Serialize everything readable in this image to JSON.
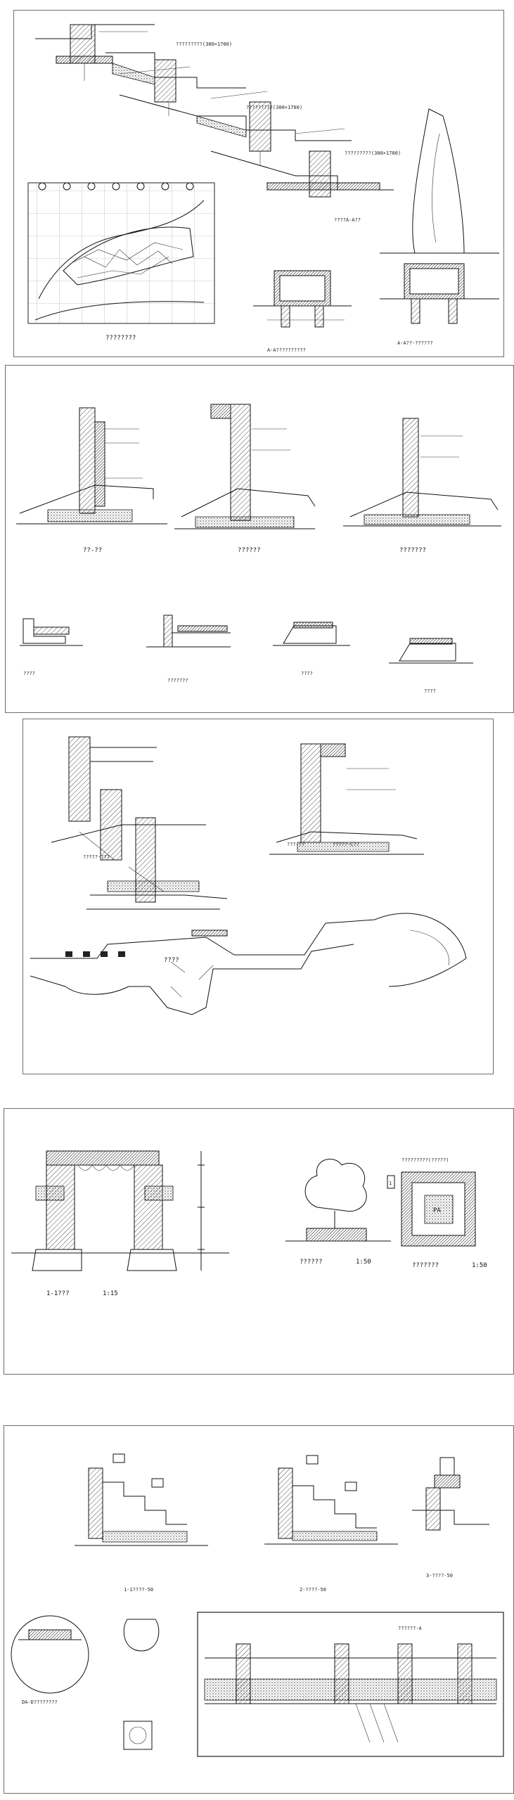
{
  "sheets": [
    {
      "labels": {
        "plan_title": "????????",
        "elev_title": "????A-A??",
        "sec_left_title": "A-A??????????",
        "sec_right_title": "A-A??-??????",
        "note_1": "?????????(300×1700)",
        "note_2": "?????????(300×1700)",
        "note_3": "?????????(300×1700)"
      }
    },
    {
      "labels": {
        "det_1": "??-??",
        "det_2": "??????",
        "det_3": "???????",
        "det_4": "????",
        "det_5": "???????",
        "det_6": "????",
        "det_7": "????"
      }
    },
    {
      "labels": {
        "det_1": "?????-???",
        "det_2": "???-??",
        "det_2b": "?????-C??",
        "plan_center": "????"
      }
    },
    {
      "labels": {
        "gate_title": "1-1???",
        "gate_scale": "1:15",
        "tree_title": "??????",
        "tree_scale": "1:50",
        "pit_title": "???????",
        "pit_scale": "1:50",
        "pit_mark": "PA",
        "pit_note": "?????????(?????)",
        "side_mark": "1"
      }
    },
    {
      "labels": {
        "sec_1": "1-1????-50",
        "sec_2": "2-????-50",
        "sec_3": "3-????-50",
        "detail": "DA-D????????",
        "elev_note": "??????-A"
      }
    }
  ]
}
